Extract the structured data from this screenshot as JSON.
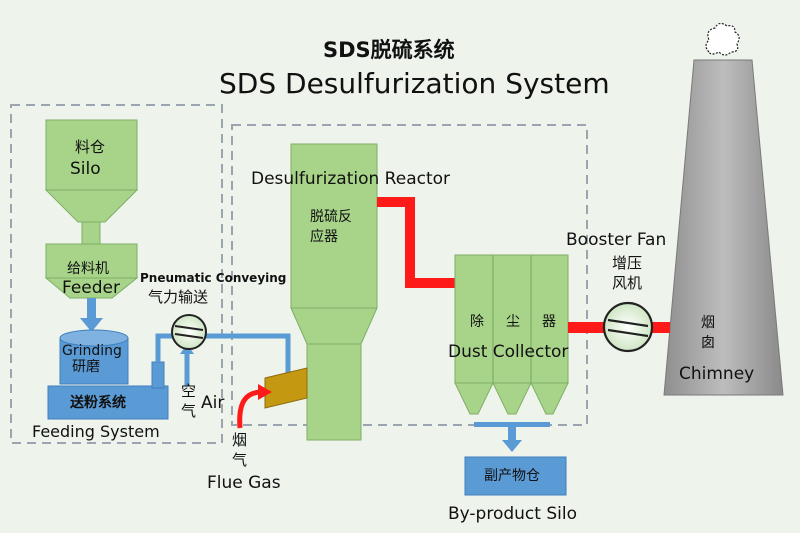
{
  "title_cn": "SDS脱硫系统",
  "title_en": "SDS Desulfurization System",
  "silo": {
    "cn": "料仓",
    "en": "Silo"
  },
  "feeder": {
    "cn": "给料机",
    "en": "Feeder"
  },
  "grinding": {
    "en": "Grinding",
    "cn": "研磨"
  },
  "powder_feed": {
    "cn": "送粉系统"
  },
  "feeding_system": {
    "en": "Feeding System"
  },
  "pneumatic": {
    "en": "Pneumatic Conveying",
    "cn": "气力输送"
  },
  "air": {
    "cn_1": "空",
    "cn_2": "气",
    "en": "Air"
  },
  "flue_gas": {
    "cn_1": "烟",
    "cn_2": "气",
    "en": "Flue Gas"
  },
  "reactor": {
    "en": "Desulfurization Reactor",
    "cn_line1": "脱硫反",
    "cn_line2": "应器"
  },
  "dust": {
    "cn_1": "除",
    "cn_2": "尘",
    "cn_3": "器",
    "en": "Dust Collector"
  },
  "byproduct": {
    "cn": "副产物仓",
    "en": "By-product Silo"
  },
  "booster": {
    "en": "Booster Fan",
    "cn_line1": "增压",
    "cn_line2": "风机"
  },
  "chimney": {
    "cn_1": "烟",
    "cn_2": "囱",
    "en": "Chimney"
  },
  "colors": {
    "equipment": "#a8d48a",
    "equipment_edge": "#7fae66",
    "blue_pipe": "#5b9bd5",
    "red_duct": "#ff1a1a",
    "chimney": "#a4a4a4",
    "nozzle": "#c59812",
    "dash_border": "#9aa5b0"
  }
}
